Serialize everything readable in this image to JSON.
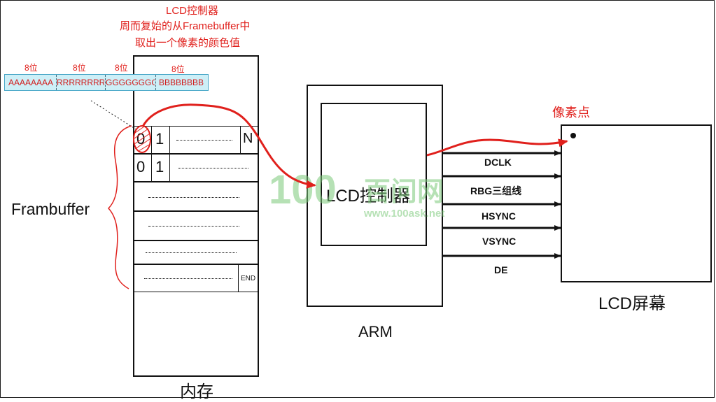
{
  "annotation": {
    "line1": "LCD控制器",
    "line2": "周而复始的从Framebuffer中",
    "line3": "取出一个像素的颜色值"
  },
  "pixel_format": {
    "bit_labels": [
      "8位",
      "8位",
      "8位",
      "8位"
    ],
    "segments": [
      "AAAAAAAA",
      "RRRRRRRR",
      "GGGGGGGG",
      "BBBBBBBB"
    ]
  },
  "memory": {
    "label": "内存",
    "framebuffer_label": "Frambuffer",
    "row1": {
      "c0": "0",
      "c1": "1",
      "end": "N"
    },
    "row2": {
      "c0": "0",
      "c1": "1"
    },
    "end_label": "END"
  },
  "arm": {
    "label": "ARM",
    "controller_label": "LCD控制器"
  },
  "signals": [
    "DCLK",
    "RBG三组线",
    "HSYNC",
    "VSYNC",
    "DE"
  ],
  "screen": {
    "label": "LCD屏幕",
    "pixel_label": "像素点"
  },
  "watermark": {
    "logo": "100",
    "cn": "百问网",
    "url": "www.100ask.net"
  },
  "colors": {
    "annotation": "#e0201c",
    "pixel_bar_bg": "#cdeff7",
    "watermark": "#7cc97a"
  }
}
